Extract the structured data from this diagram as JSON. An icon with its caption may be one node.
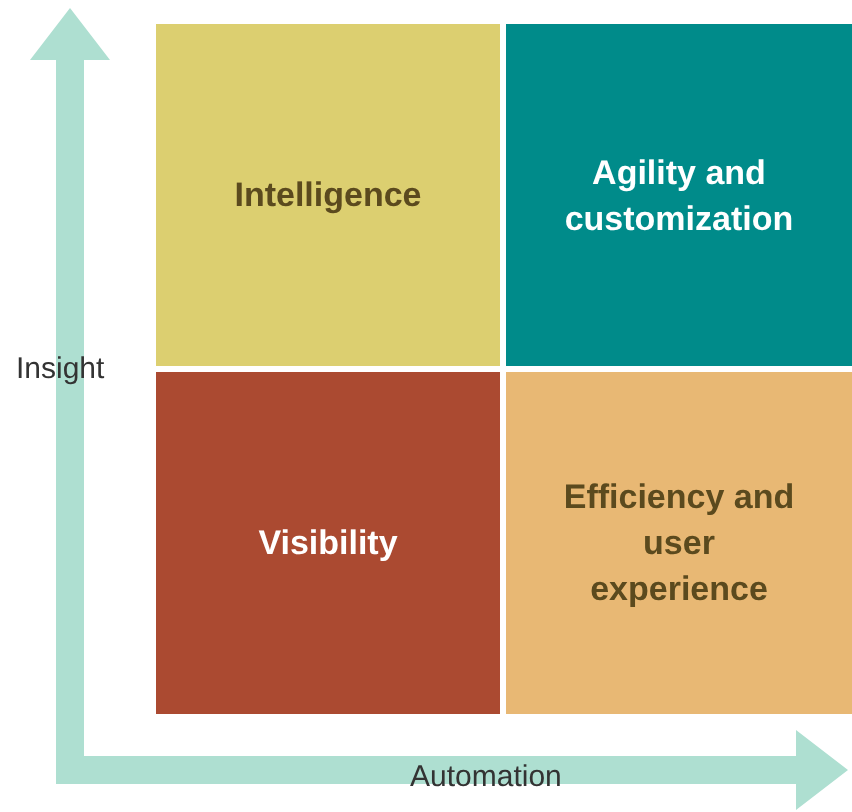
{
  "diagram": {
    "nodes": [
      {
        "text": [
          "Intelligence"
        ]
      },
      {
        "text": [
          "Agility and customization"
        ]
      },
      {
        "text": [
          "Visibility"
        ]
      },
      {
        "text": [
          "Efficiency and user experience"
        ]
      }
    ],
    "labels": [
      "Insight",
      "Automation"
    ]
  }
}
